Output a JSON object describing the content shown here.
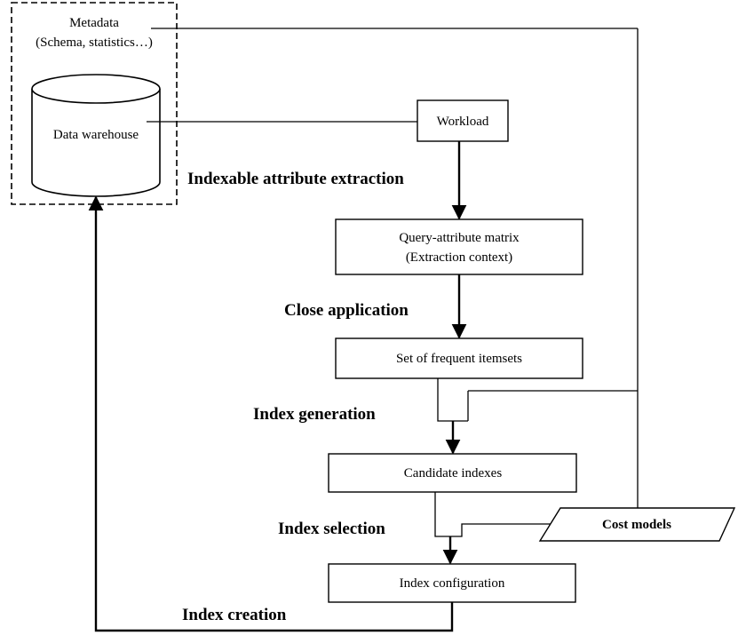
{
  "metadata": {
    "label_line1": "Metadata",
    "label_line2": "(Schema, statistics…)"
  },
  "data_warehouse": {
    "label": "Data warehouse"
  },
  "nodes": {
    "workload": "Workload",
    "query_matrix_line1": "Query-attribute matrix",
    "query_matrix_line2": "(Extraction context)",
    "frequent_itemsets": "Set of frequent itemsets",
    "candidate_indexes": "Candidate indexes",
    "index_configuration": "Index configuration",
    "cost_models": "Cost models"
  },
  "steps": {
    "extraction": "Indexable attribute extraction",
    "close_application": "Close application",
    "index_generation": "Index generation",
    "index_selection": "Index selection",
    "index_creation": "Index creation"
  }
}
